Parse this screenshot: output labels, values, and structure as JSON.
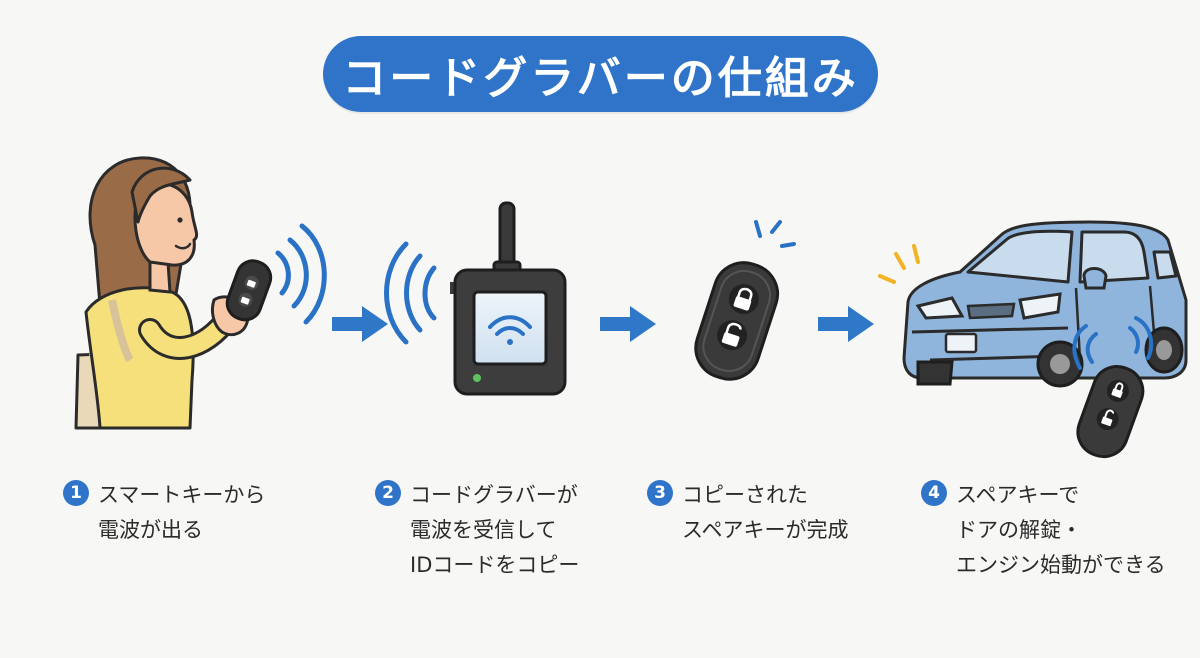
{
  "title": "コードグラバーの仕組み",
  "colors": {
    "accent": "#2f74c8",
    "arrow": "#2f78c8",
    "signal": "#2a72c6",
    "spark": "#f2b325",
    "car_body": "#8fb5dc"
  },
  "icons": [
    "person-with-key-icon",
    "signal-waves-icon",
    "code-grabber-device-icon",
    "wifi-icon",
    "spare-key-icon",
    "lock-icon",
    "car-icon",
    "arrow-right-icon"
  ],
  "steps": [
    {
      "number": "1",
      "lines": [
        "スマートキーから",
        "電波が出る"
      ]
    },
    {
      "number": "2",
      "lines": [
        "コードグラバーが",
        "電波を受信して",
        "IDコードをコピー"
      ]
    },
    {
      "number": "3",
      "lines": [
        "コピーされた",
        "スペアキーが完成"
      ]
    },
    {
      "number": "4",
      "lines": [
        "スペアキーで",
        "ドアの解錠・",
        "エンジン始動ができる"
      ]
    }
  ]
}
